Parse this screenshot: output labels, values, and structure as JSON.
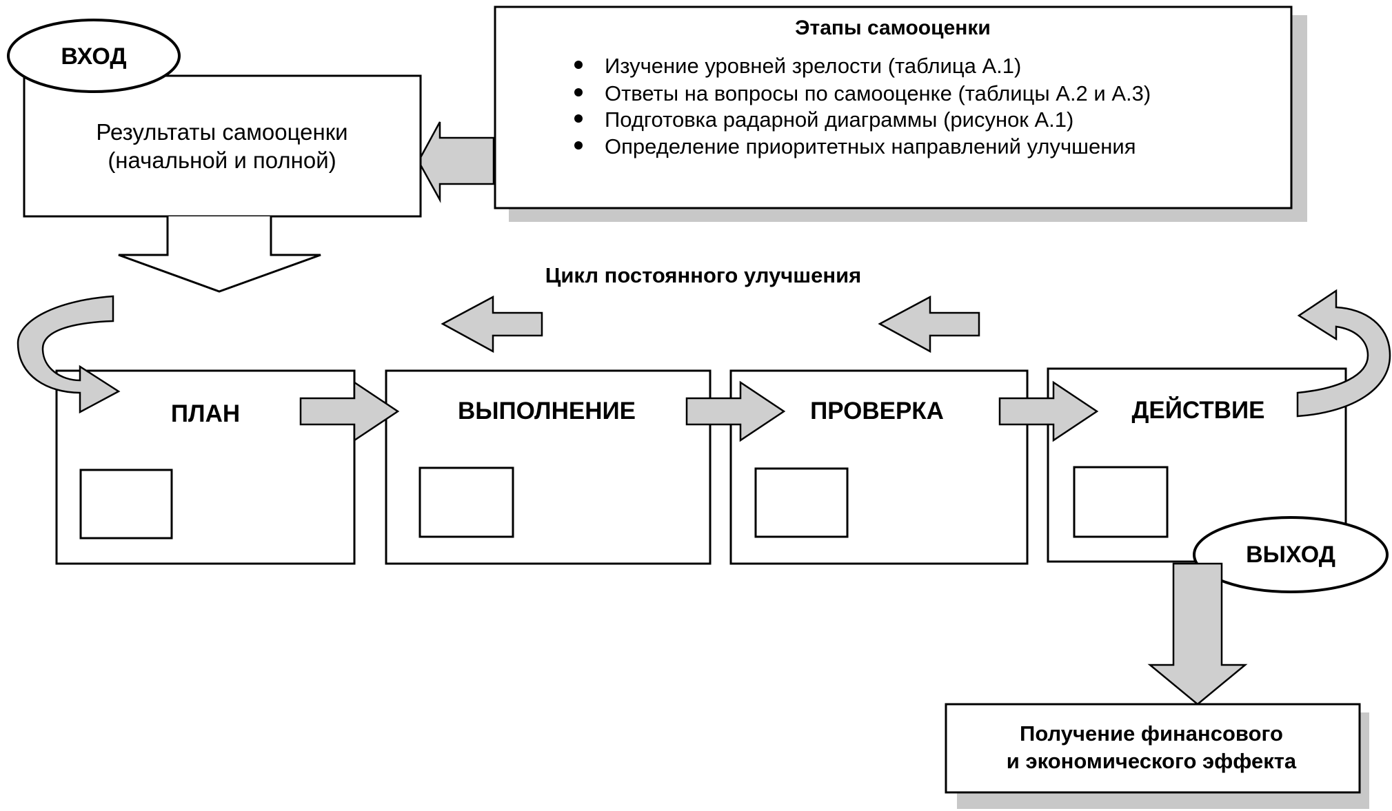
{
  "input_label": "ВХОД",
  "output_label": "ВЫХОД",
  "self_assessment_results": {
    "line1": "Результаты самооценки",
    "line2": "(начальной и полной)"
  },
  "stages": {
    "title": "Этапы самооценки",
    "items": [
      "Изучение уровней зрелости (таблица А.1)",
      "Ответы на вопросы по самооценке (таблицы А.2 и А.3)",
      "Подготовка радарной диаграммы (рисунок А.1)",
      "Определение приоритетных направлений улучшения"
    ]
  },
  "cycle_title": "Цикл постоянного улучшения",
  "phases": [
    "ПЛАН",
    "ВЫПОЛНЕНИЕ",
    "ПРОВЕРКА",
    "ДЕЙСТВИЕ"
  ],
  "result": {
    "line1": "Получение финансового",
    "line2": "и экономического эффекта"
  }
}
